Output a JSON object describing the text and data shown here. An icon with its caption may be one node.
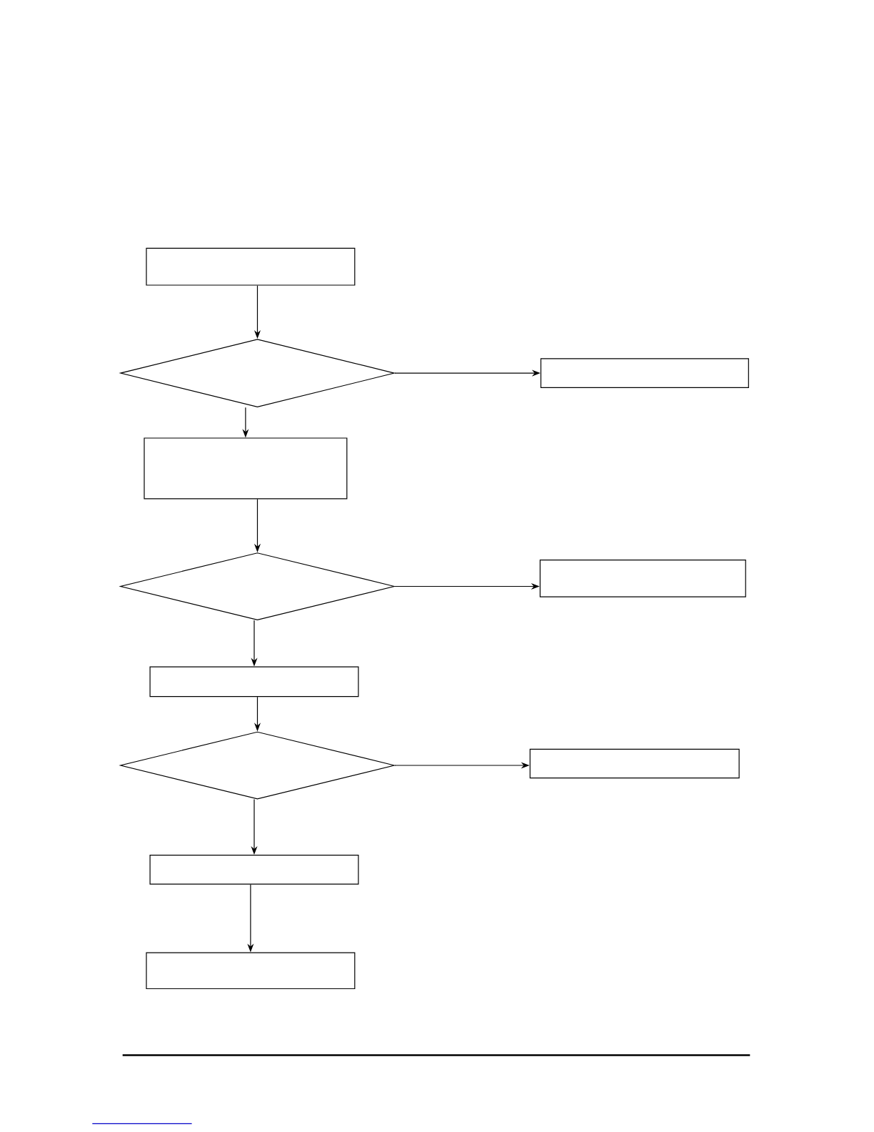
{
  "diagram": {
    "nodes": [
      {
        "text": [],
        "shape": "box"
      },
      {
        "text": [],
        "shape": "diamond"
      },
      {
        "text": [],
        "shape": "box"
      },
      {
        "text": [],
        "shape": "box"
      },
      {
        "text": [],
        "shape": "diamond"
      },
      {
        "text": [],
        "shape": "box"
      },
      {
        "text": [],
        "shape": "box"
      },
      {
        "text": [],
        "shape": "diamond"
      },
      {
        "text": [],
        "shape": "box"
      },
      {
        "text": [],
        "shape": "box"
      },
      {
        "text": [],
        "shape": "box"
      }
    ],
    "edges": [
      {
        "from": 0,
        "to": 1,
        "arrow": "to"
      },
      {
        "from": 1,
        "to": 2,
        "arrow": "to"
      },
      {
        "from": 1,
        "to": 3,
        "arrow": "to"
      },
      {
        "from": 3,
        "to": 4,
        "arrow": "to"
      },
      {
        "from": 4,
        "to": 5,
        "arrow": "to"
      },
      {
        "from": 4,
        "to": 6,
        "arrow": "to"
      },
      {
        "from": 6,
        "to": 7,
        "arrow": "to"
      },
      {
        "from": 7,
        "to": 8,
        "arrow": "to"
      },
      {
        "from": 7,
        "to": 9,
        "arrow": "to"
      },
      {
        "from": 9,
        "to": 10,
        "arrow": "to"
      }
    ]
  }
}
